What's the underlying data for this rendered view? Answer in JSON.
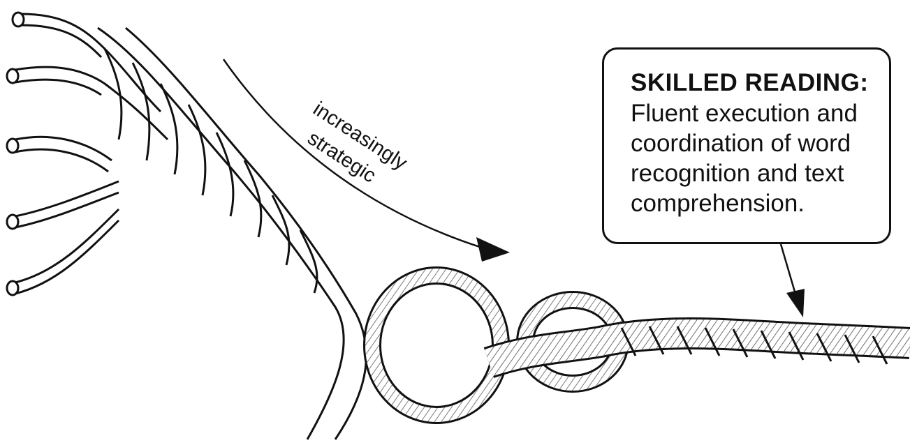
{
  "arrow": {
    "line1": "increasingly",
    "line2": "strategic"
  },
  "callout": {
    "title": "SKILLED READING:",
    "body": "Fluent execution and\ncoordination of word\nrecognition and text\ncomprehension."
  },
  "colors": {
    "ink": "#111111",
    "paper": "#ffffff"
  }
}
